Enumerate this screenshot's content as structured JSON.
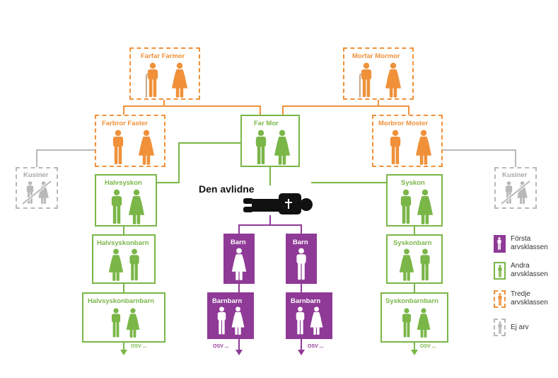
{
  "title": "Den avlidne",
  "colors": {
    "first": "#8e3a96",
    "second": "#7ab648",
    "third": "#f0913a",
    "none": "#b8b8b8",
    "deceased": "#111111"
  },
  "boxes": {
    "farfar_farmor": {
      "label": "Farfar Farmor"
    },
    "morfar_mormor": {
      "label": "Morfar Mormor"
    },
    "farbror_faster": {
      "label": "Farbror   Faster"
    },
    "far_mor": {
      "label": "Far    Mor"
    },
    "morbror_moster": {
      "label": "Morbror  Moster"
    },
    "kusiner_left": {
      "label": "Kusiner"
    },
    "kusiner_right": {
      "label": "Kusiner"
    },
    "halvsyskon": {
      "label": "Halvsyskon"
    },
    "syskon": {
      "label": "Syskon"
    },
    "halvsyskonbarn": {
      "label": "Halvsyskonbarn"
    },
    "syskonbarn": {
      "label": "Syskonbarn"
    },
    "halvsyskonbarnbarn": {
      "label": "Halvsyskonbarnbarn"
    },
    "syskonbarnbarn": {
      "label": "Syskonbarnbarn"
    },
    "barn_left": {
      "label": "Barn"
    },
    "barn_right": {
      "label": "Barn"
    },
    "barnbarn_left": {
      "label": "Barnbarn"
    },
    "barnbarn_right": {
      "label": "Barnbarn"
    }
  },
  "osv": "OSV ...",
  "legend": [
    {
      "line1": "Första",
      "line2": "arvsklassen"
    },
    {
      "line1": "Andra",
      "line2": "arvsklassen"
    },
    {
      "line1": "Tredje",
      "line2": "arvsklassen"
    },
    {
      "line1": "Ej arv",
      "line2": ""
    }
  ]
}
